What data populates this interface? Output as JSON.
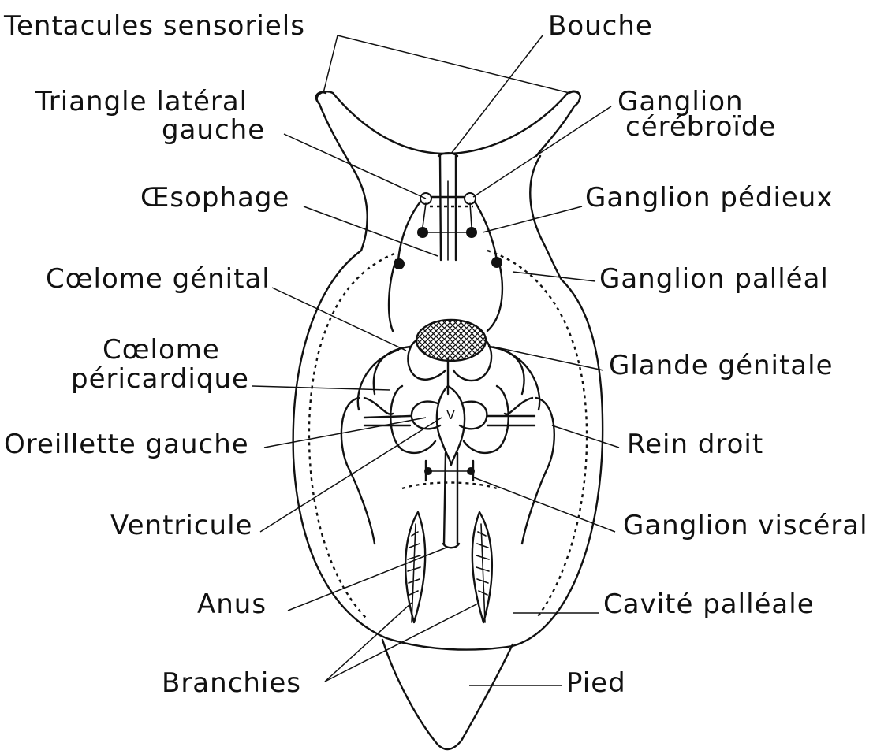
{
  "labels": {
    "tentacules": "Tentacules sensoriels",
    "bouche": "Bouche",
    "triangle_1": "Triangle latéral",
    "triangle_2": "gauche",
    "ganglion_cerebroide_1": "Ganglion",
    "ganglion_cerebroide_2": "cérébroïde",
    "oesophage": "Œsophage",
    "ganglion_pedieux": "Ganglion pédieux",
    "coelome_genital": "Cœlome génital",
    "ganglion_palleal": "Ganglion palléal",
    "coelome_pericardique_1": "Cœlome",
    "coelome_pericardique_2": "péricardique",
    "glande_genitale": "Glande génitale",
    "oreillette_gauche": "Oreillette gauche",
    "rein_droit": "Rein droit",
    "ventricule": "Ventricule",
    "ganglion_visceral": "Ganglion viscéral",
    "anus": "Anus",
    "cavite_palleale": "Cavité palléale",
    "branchies": "Branchies",
    "pied": "Pied",
    "ventricule_mark": "V"
  },
  "colors": {
    "ink": "#111111",
    "paper": "#ffffff"
  }
}
